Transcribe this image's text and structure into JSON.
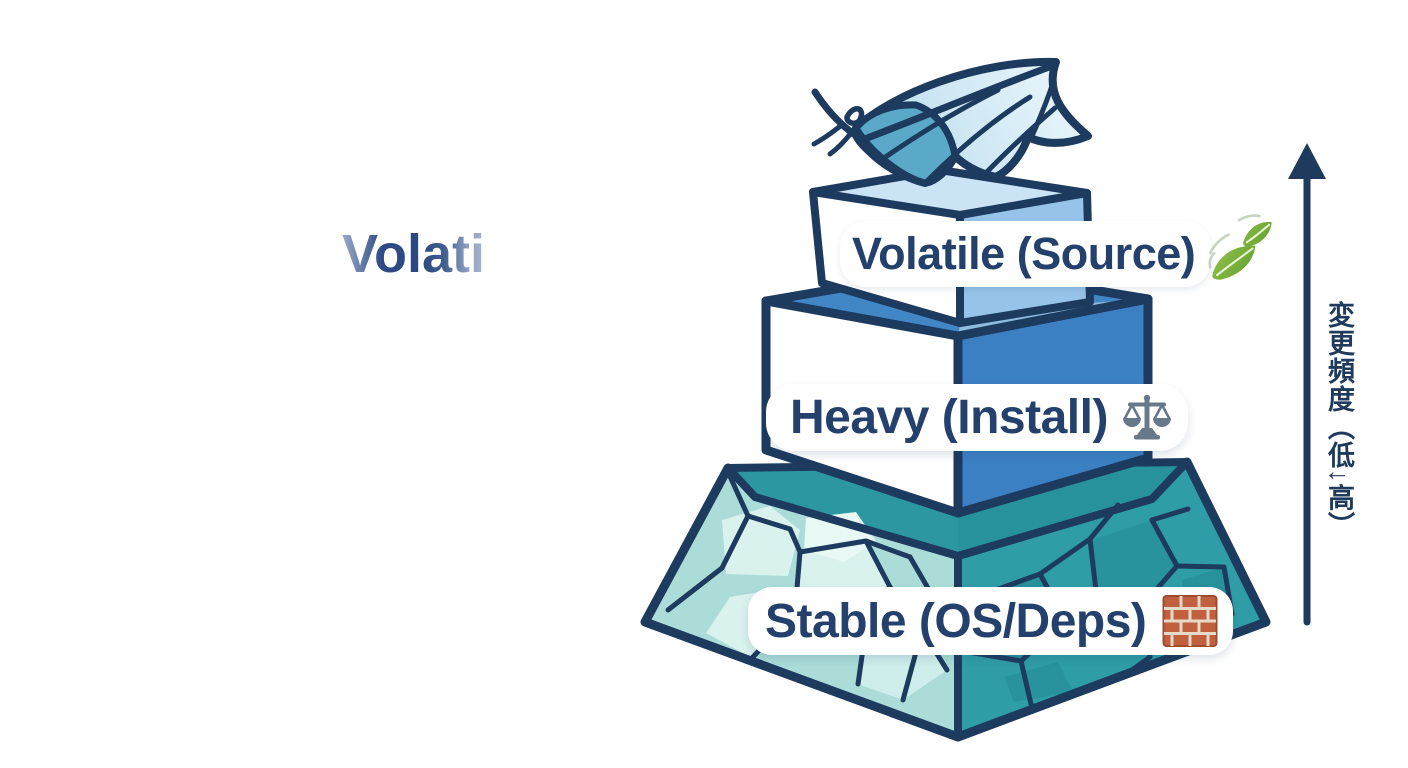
{
  "diagram": {
    "title_ghost": "Volati",
    "layers": [
      {
        "label": "Volatile (Source)",
        "icon": "leaf-icon",
        "position": "top"
      },
      {
        "label": "Heavy (Install)",
        "icon": "balance-scale-icon",
        "position": "middle"
      },
      {
        "label": "Stable (OS/Deps)",
        "icon": "brick-icon",
        "position": "bottom"
      }
    ],
    "axis": {
      "label": "変更頻度（低↓高）",
      "direction": "up"
    },
    "decoration": "feather-illustration"
  },
  "colors": {
    "outline_navy": "#1d3a5f",
    "label_text": "#24416d",
    "top_box_side": "#97c3e8",
    "top_box_top": "#cbe4f5",
    "mid_box_side": "#3c80c4",
    "mid_box_top": "#4187c6",
    "base_left_face": "#abdcd8",
    "base_right_face": "#2f9da7",
    "base_rim": "#2d97a1",
    "feather_light": "#cfe9f3",
    "feather_dark": "#5ba9c9",
    "leaf_green": "#6fa838",
    "brick_red": "#c0603e",
    "scale_gray": "#66788a"
  }
}
